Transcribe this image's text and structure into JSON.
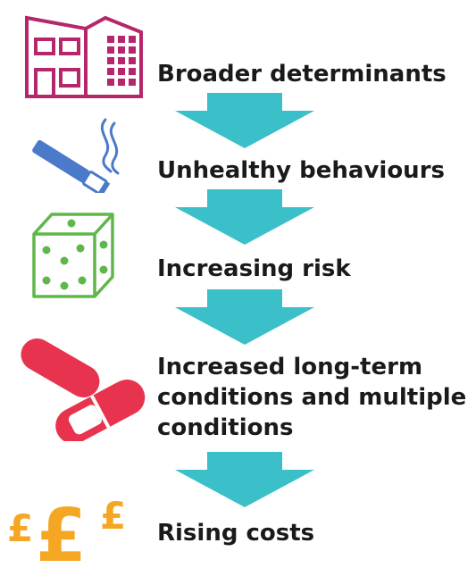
{
  "diagram": {
    "colors": {
      "arrow": "#3bbfc9",
      "building": "#b5266b",
      "building_window_grid": "#b5266b",
      "cigarette_body": "#4a7ac9",
      "cigarette_smoke": "#4a7ac9",
      "dice": "#5fb74a",
      "pill": "#e8334f",
      "pound": "#f5a623",
      "text": "#1a1a1a"
    },
    "steps": [
      {
        "icon": "building-icon",
        "label": "Broader determinants"
      },
      {
        "icon": "cigarette-icon",
        "label": "Unhealthy behaviours"
      },
      {
        "icon": "dice-icon",
        "label": "Increasing risk"
      },
      {
        "icon": "pills-icon",
        "label": "Increased long-term\nconditions and multiple\nconditions"
      },
      {
        "icon": "pound-icon",
        "label": "Rising costs"
      }
    ],
    "currency_symbol": "£"
  }
}
